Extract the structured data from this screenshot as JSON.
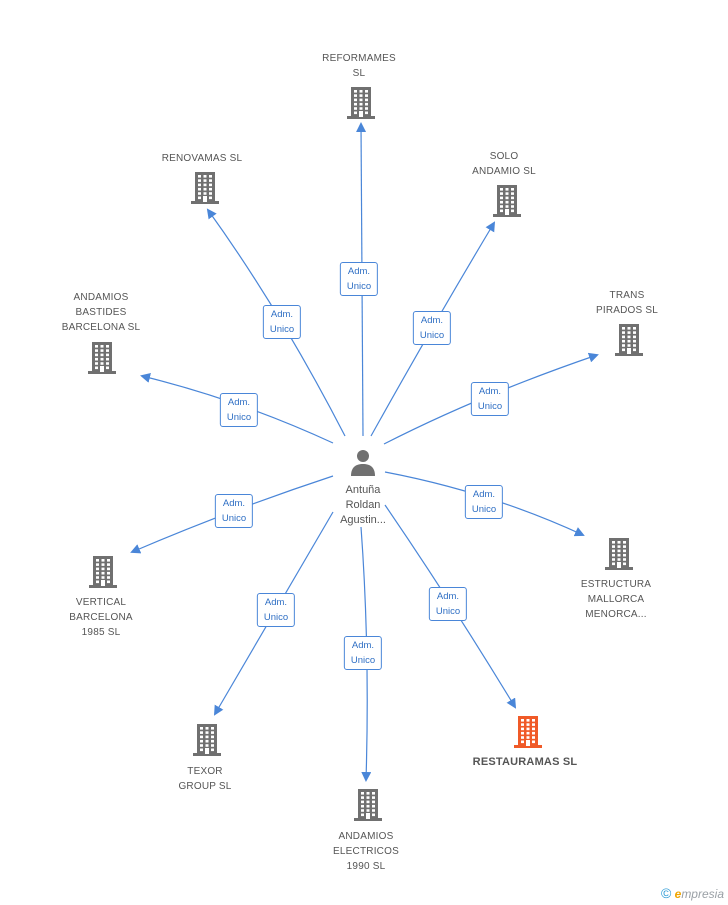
{
  "person": {
    "label": "Antuña\nRoldan\nAgustin...",
    "icon": "person-icon"
  },
  "companies": [
    {
      "id": "reformames",
      "label": "REFORMAMES\nSL",
      "icon": "building-icon",
      "color": "#707070"
    },
    {
      "id": "solo_andamio",
      "label": "SOLO\nANDAMIO SL",
      "icon": "building-icon",
      "color": "#707070"
    },
    {
      "id": "trans_pirados",
      "label": "TRANS\nPIRADOS SL",
      "icon": "building-icon",
      "color": "#707070"
    },
    {
      "id": "estructura",
      "label": "ESTRUCTURA\nMALLORCA\nMENORCA...",
      "icon": "building-icon",
      "color": "#707070"
    },
    {
      "id": "restauramas",
      "label": "RESTAURAMAS SL",
      "icon": "building-icon",
      "color": "#f05a28",
      "highlight": true
    },
    {
      "id": "andamios_electricos",
      "label": "ANDAMIOS\nELECTRICOS\n1990 SL",
      "icon": "building-icon",
      "color": "#707070"
    },
    {
      "id": "texor",
      "label": "TEXOR\nGROUP SL",
      "icon": "building-icon",
      "color": "#707070"
    },
    {
      "id": "vertical",
      "label": "VERTICAL\nBARCELONA\n1985 SL",
      "icon": "building-icon",
      "color": "#707070"
    },
    {
      "id": "andamios_bastides",
      "label": "ANDAMIOS\nBASTIDES\nBARCELONA SL",
      "icon": "building-icon",
      "color": "#707070"
    },
    {
      "id": "renovamas",
      "label": "RENOVAMAS SL",
      "icon": "building-icon",
      "color": "#707070"
    }
  ],
  "edges": [
    {
      "to": "reformames",
      "label": "Adm.\nUnico"
    },
    {
      "to": "solo_andamio",
      "label": "Adm.\nUnico"
    },
    {
      "to": "trans_pirados",
      "label": "Adm.\nUnico"
    },
    {
      "to": "estructura",
      "label": "Adm.\nUnico"
    },
    {
      "to": "restauramas",
      "label": "Adm.\nUnico"
    },
    {
      "to": "andamios_electricos",
      "label": "Adm.\nUnico"
    },
    {
      "to": "texor",
      "label": "Adm.\nUnico"
    },
    {
      "to": "vertical",
      "label": "Adm.\nUnico"
    },
    {
      "to": "andamios_bastides",
      "label": "Adm.\nUnico"
    },
    {
      "to": "renovamas",
      "label": "Adm.\nUnico"
    }
  ],
  "colors": {
    "edge": "#4a86d8",
    "edge_label_text": "#2f6fc4",
    "node_gray": "#707070",
    "node_highlight": "#f05a28"
  },
  "brand": {
    "copyright": "©",
    "e": "e",
    "rest": "mpresia"
  }
}
